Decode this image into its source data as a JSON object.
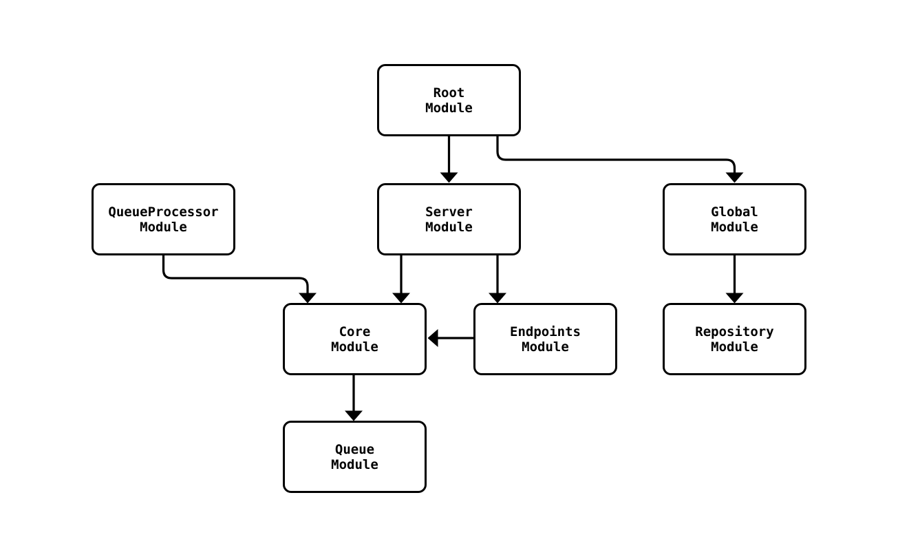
{
  "diagram": {
    "background_color": "#ffffff",
    "node_fill_color": "#ffffff",
    "node_border_color": "#000000",
    "line_color": "#000000",
    "text_color": "#000000",
    "nodes": [
      {
        "id": "root-module",
        "label": "Root\nModule"
      },
      {
        "id": "queueprocessor-module",
        "label": "QueueProcessor\nModule"
      },
      {
        "id": "server-module",
        "label": "Server\nModule"
      },
      {
        "id": "global-module",
        "label": "Global\nModule"
      },
      {
        "id": "core-module",
        "label": "Core\nModule"
      },
      {
        "id": "endpoints-module",
        "label": "Endpoints\nModule"
      },
      {
        "id": "repository-module",
        "label": "Repository\nModule"
      },
      {
        "id": "queue-module",
        "label": "Queue\nModule"
      }
    ],
    "edges": [
      {
        "from": "root-module",
        "to": "server-module"
      },
      {
        "from": "root-module",
        "to": "global-module"
      },
      {
        "from": "queueprocessor-module",
        "to": "core-module"
      },
      {
        "from": "server-module",
        "to": "core-module"
      },
      {
        "from": "server-module",
        "to": "endpoints-module"
      },
      {
        "from": "endpoints-module",
        "to": "core-module"
      },
      {
        "from": "global-module",
        "to": "repository-module"
      },
      {
        "from": "core-module",
        "to": "queue-module"
      }
    ]
  }
}
